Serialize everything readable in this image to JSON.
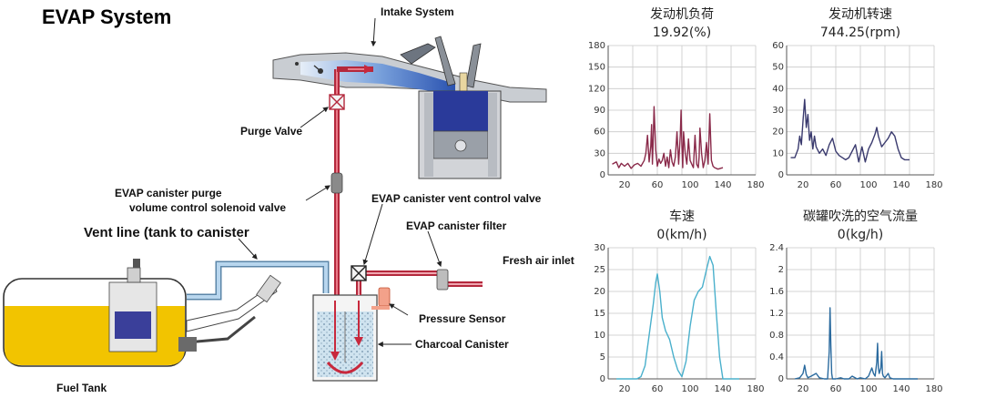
{
  "diagram": {
    "title": "EVAP System",
    "labels": {
      "intake_system": "Intake System",
      "purge_valve": "Purge Valve",
      "purge_solenoid_line1": "EVAP canister purge",
      "purge_solenoid_line2": "volume control solenoid valve",
      "vent_control_valve": "EVAP canister vent control valve",
      "vent_line": "Vent line (tank to canister",
      "canister_filter": "EVAP canister filter",
      "fresh_air_inlet": "Fresh air inlet",
      "pressure_sensor": "Pressure Sensor",
      "charcoal_canister": "Charcoal Canister",
      "fuel_tank": "Fuel Tank"
    },
    "colors": {
      "fuel": "#f2c400",
      "purge_line": "#b4283c",
      "vent_line": "#9ec6e6",
      "intake": "#4a78c8"
    }
  },
  "charts": {
    "x_ticks": [
      "20",
      "60",
      "100",
      "140",
      "180"
    ],
    "panels": [
      {
        "id": "engine-load",
        "title": "发动机负荷",
        "value": "19.92(%)",
        "y_ticks": [
          "0",
          "30",
          "60",
          "90",
          "120",
          "150",
          "180"
        ],
        "color": "#8a2a4a"
      },
      {
        "id": "engine-speed",
        "title": "发动机转速",
        "value": "744.25(rpm)",
        "y_ticks": [
          "0",
          "10",
          "20",
          "30",
          "40",
          "50",
          "60"
        ],
        "color": "#3a3a6e"
      },
      {
        "id": "vehicle-speed",
        "title": "车速",
        "value": "0(km/h)",
        "y_ticks": [
          "0",
          "5",
          "10",
          "15",
          "20",
          "25",
          "30"
        ],
        "color": "#4ab0cc"
      },
      {
        "id": "purge-flow",
        "title": "碳罐吹洗的空气流量",
        "value": "0(kg/h)",
        "y_ticks": [
          "0",
          "0.4",
          "0.8",
          "1.2",
          "1.6",
          "2",
          "2.4"
        ],
        "color": "#2a6a9e"
      }
    ]
  },
  "chart_data": [
    {
      "type": "line",
      "title": "发动机负荷",
      "subtitle": "19.92(%)",
      "xlim": [
        0,
        180
      ],
      "ylim": [
        0,
        180
      ],
      "grid": true,
      "series": [
        {
          "x": [
            5,
            10,
            13,
            16,
            20,
            24,
            28,
            32,
            36,
            40,
            44,
            46,
            48,
            50,
            52,
            53,
            54,
            55,
            56,
            58,
            60,
            62,
            64,
            66,
            68,
            70,
            72,
            74,
            76,
            78,
            80,
            82,
            84,
            86,
            88,
            89,
            90,
            91,
            92,
            94,
            96,
            98,
            100,
            102,
            104,
            106,
            108,
            110,
            111,
            112,
            114,
            116,
            118,
            120,
            122,
            124,
            126,
            128,
            130,
            134,
            140
          ],
          "y": [
            15,
            18,
            10,
            16,
            12,
            16,
            9,
            14,
            16,
            12,
            20,
            30,
            55,
            18,
            40,
            70,
            15,
            50,
            95,
            35,
            12,
            22,
            16,
            20,
            30,
            12,
            25,
            10,
            35,
            18,
            12,
            25,
            60,
            15,
            55,
            90,
            40,
            10,
            60,
            30,
            15,
            50,
            20,
            15,
            10,
            55,
            15,
            10,
            25,
            65,
            30,
            10,
            20,
            45,
            15,
            85,
            20,
            12,
            10,
            8,
            10
          ]
        }
      ]
    },
    {
      "type": "line",
      "title": "发动机转速",
      "subtitle": "744.25(rpm)",
      "xlim": [
        0,
        180
      ],
      "ylim": [
        0,
        60
      ],
      "grid": true,
      "series": [
        {
          "x": [
            5,
            10,
            14,
            16,
            18,
            20,
            22,
            24,
            26,
            28,
            30,
            32,
            34,
            36,
            40,
            44,
            48,
            52,
            56,
            60,
            64,
            68,
            72,
            76,
            80,
            84,
            88,
            92,
            96,
            100,
            104,
            108,
            110,
            112,
            116,
            120,
            124,
            128,
            132,
            136,
            140,
            144,
            150
          ],
          "y": [
            8,
            8,
            12,
            18,
            14,
            25,
            35,
            22,
            28,
            16,
            20,
            12,
            18,
            13,
            10,
            12,
            9,
            14,
            17,
            11,
            9,
            8,
            7,
            8,
            11,
            14,
            6,
            13,
            6,
            12,
            15,
            19,
            22,
            18,
            13,
            15,
            17,
            20,
            18,
            12,
            8,
            7,
            7
          ]
        }
      ]
    },
    {
      "type": "line",
      "title": "车速",
      "subtitle": "0(km/h)",
      "xlim": [
        0,
        180
      ],
      "ylim": [
        0,
        30
      ],
      "grid": true,
      "series": [
        {
          "x": [
            10,
            35,
            40,
            45,
            50,
            55,
            58,
            60,
            63,
            66,
            70,
            75,
            80,
            85,
            90,
            95,
            100,
            105,
            110,
            115,
            120,
            124,
            128,
            132,
            136,
            140,
            160
          ],
          "y": [
            0,
            0,
            0.5,
            3,
            10,
            17,
            22,
            24,
            20,
            14,
            11,
            9,
            5,
            2,
            0.5,
            4,
            12,
            18,
            20,
            21,
            25,
            28,
            26,
            15,
            5,
            0,
            0
          ]
        }
      ]
    },
    {
      "type": "line",
      "title": "碳罐吹洗的空气流量",
      "subtitle": "0(kg/h)",
      "xlim": [
        0,
        180
      ],
      "ylim": [
        0,
        2.4
      ],
      "grid": true,
      "series": [
        {
          "x": [
            10,
            16,
            20,
            22,
            24,
            26,
            30,
            36,
            40,
            46,
            50,
            52,
            53,
            54,
            55,
            56,
            60,
            66,
            70,
            76,
            80,
            86,
            90,
            96,
            100,
            104,
            106,
            108,
            110,
            111,
            112,
            113,
            115,
            116,
            117,
            118,
            120,
            124,
            126,
            130,
            140,
            160
          ],
          "y": [
            0,
            0.02,
            0.1,
            0.25,
            0.08,
            0.02,
            0.05,
            0.1,
            0.02,
            0,
            0,
            0.5,
            1.3,
            0.6,
            0.1,
            0,
            0,
            0.02,
            0,
            0,
            0.05,
            0,
            0.02,
            0,
            0.05,
            0.2,
            0.1,
            0.05,
            0.3,
            0.65,
            0.2,
            0.1,
            0.2,
            0.5,
            0.1,
            0.05,
            0.02,
            0.1,
            0.02,
            0,
            0,
            0
          ]
        }
      ]
    }
  ]
}
